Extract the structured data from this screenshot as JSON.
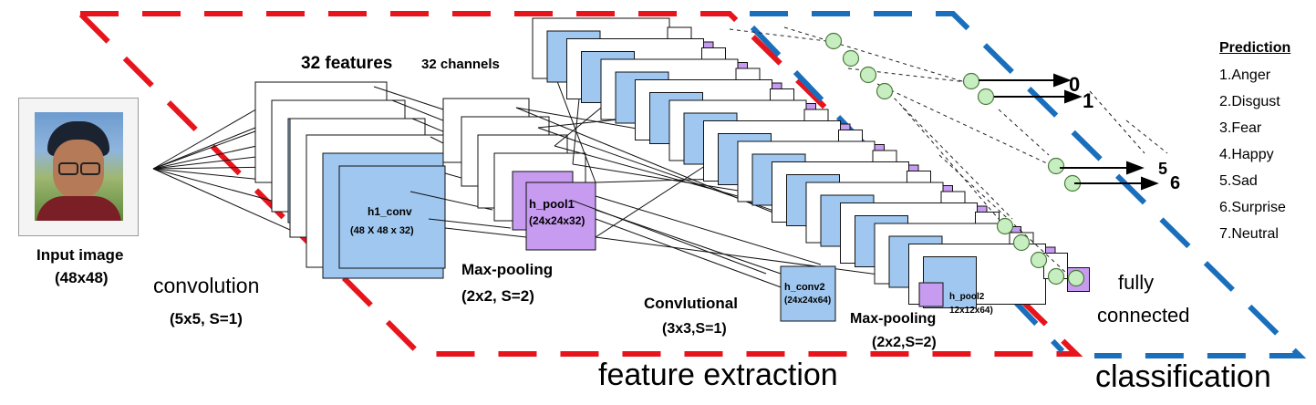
{
  "labels": {
    "input_image": "Input image",
    "input_size": "(48x48)",
    "convolution": "convolution",
    "convolution_params": "(5x5, S=1)",
    "features": "32 features",
    "channels": "32 channels",
    "h1_conv": "h1_conv",
    "h1_conv_size": "(48 X 48 x 32)",
    "maxpool1": "Max-pooling",
    "maxpool1_params": "(2x2, S=2)",
    "h_pool1": "h_pool1",
    "h_pool1_size": "(24x24x32)",
    "conv2": "Convlutional",
    "conv2_params": "(3x3,S=1)",
    "h_conv2": "h_conv2",
    "h_conv2_size": "(24x24x64)",
    "maxpool2": "Max-pooling",
    "maxpool2_params": "(2x2,S=2)",
    "h_pool2": "h_pool2",
    "h_pool2_size": "12x12x64)",
    "fully_connected_1": "fully",
    "fully_connected_2": "connected",
    "feature_extraction": "feature extraction",
    "classification": "classification",
    "out_0": "0",
    "out_1": "1",
    "out_5": "5",
    "out_6": "6"
  },
  "prediction": {
    "title": "Prediction",
    "items": [
      "1.Anger",
      "2.Disgust",
      "3.Fear",
      "4.Happy",
      "5.Sad",
      "6.Surprise",
      "7.Neutral"
    ]
  },
  "colors": {
    "feature_border": "#e8141c",
    "class_border": "#1a6fbd",
    "conv_fill": "#9fc7ef",
    "pool_fill": "#c79bf0",
    "node_fill": "#c7eec0",
    "node_stroke": "#4a7a3c"
  }
}
